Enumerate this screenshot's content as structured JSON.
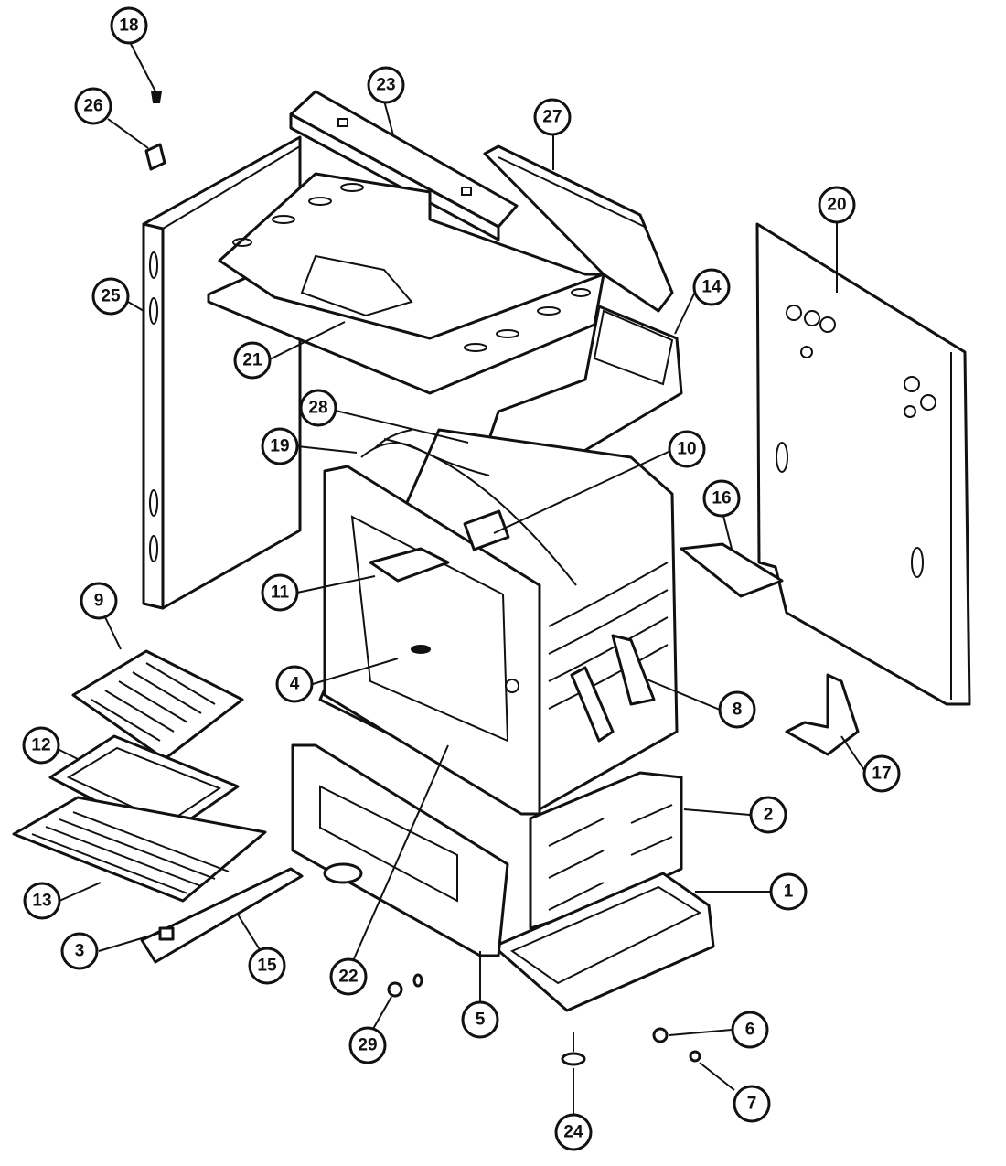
{
  "diagram": {
    "callouts": [
      {
        "id": "18",
        "label": "18"
      },
      {
        "id": "26",
        "label": "26"
      },
      {
        "id": "23",
        "label": "23"
      },
      {
        "id": "27",
        "label": "27"
      },
      {
        "id": "25",
        "label": "25"
      },
      {
        "id": "21",
        "label": "21"
      },
      {
        "id": "14",
        "label": "14"
      },
      {
        "id": "20",
        "label": "20"
      },
      {
        "id": "28",
        "label": "28"
      },
      {
        "id": "19",
        "label": "19"
      },
      {
        "id": "10",
        "label": "10"
      },
      {
        "id": "16",
        "label": "16"
      },
      {
        "id": "11",
        "label": "11"
      },
      {
        "id": "9",
        "label": "9"
      },
      {
        "id": "4",
        "label": "4"
      },
      {
        "id": "8",
        "label": "8"
      },
      {
        "id": "17",
        "label": "17"
      },
      {
        "id": "12",
        "label": "12"
      },
      {
        "id": "2",
        "label": "2"
      },
      {
        "id": "1",
        "label": "1"
      },
      {
        "id": "13",
        "label": "13"
      },
      {
        "id": "3",
        "label": "3"
      },
      {
        "id": "15",
        "label": "15"
      },
      {
        "id": "22",
        "label": "22"
      },
      {
        "id": "5",
        "label": "5"
      },
      {
        "id": "29",
        "label": "29"
      },
      {
        "id": "6",
        "label": "6"
      },
      {
        "id": "7",
        "label": "7"
      },
      {
        "id": "24",
        "label": "24"
      }
    ]
  }
}
